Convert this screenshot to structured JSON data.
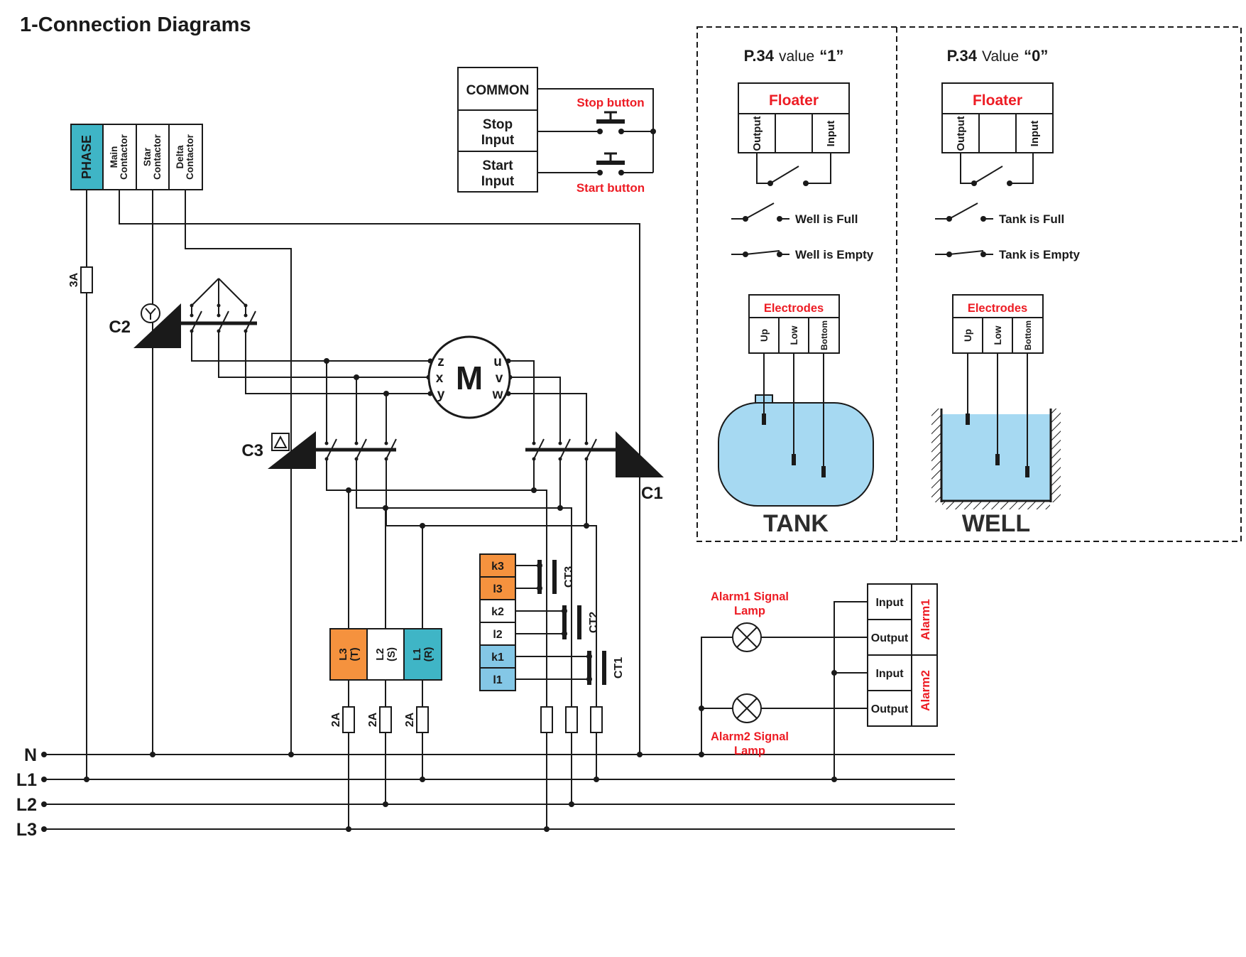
{
  "title": "1-Connection Diagrams",
  "colors": {
    "teal": "#3fb5c6",
    "orange": "#f5923e",
    "light_blue": "#84c7e6",
    "red": "#ed1c24",
    "water": "#a6d9f2",
    "ink": "#1a1a1a"
  },
  "terminal_block": {
    "phase": "PHASE",
    "main": {
      "l1": "Main",
      "l2": "Contactor"
    },
    "star": {
      "l1": "Star",
      "l2": "Contactor"
    },
    "delta": {
      "l1": "Delta",
      "l2": "Contactor"
    }
  },
  "fuses": {
    "f3a": "3A",
    "f2a": "2A"
  },
  "contactors": {
    "c1": "C1",
    "c2": "C2",
    "c3": "C3"
  },
  "motor": {
    "label": "M",
    "left": [
      "z",
      "x",
      "y"
    ],
    "right": [
      "u",
      "v",
      "w"
    ]
  },
  "control": {
    "common": "COMMON",
    "stop": {
      "l1": "Stop",
      "l2": "Input"
    },
    "start": {
      "l1": "Start",
      "l2": "Input"
    },
    "stop_button": "Stop button",
    "start_button": "Start button"
  },
  "panel": {
    "section1": {
      "title_bold": "P.34",
      "title_mid": "value",
      "title_val": "“1”",
      "floater": "Floater",
      "output": "Output",
      "input": "Input",
      "full": "Well is Full",
      "empty": "Well is Empty",
      "electrodes": "Electrodes",
      "up": "Up",
      "low": "Low",
      "bottom": "Bottom",
      "vessel": "TANK"
    },
    "section2": {
      "title_bold": "P.34",
      "title_mid": "Value",
      "title_val": "“0”",
      "floater": "Floater",
      "output": "Output",
      "input": "Input",
      "full": "Tank is Full",
      "empty": "Tank is Empty",
      "electrodes": "Electrodes",
      "up": "Up",
      "low": "Low",
      "bottom": "Bottom",
      "vessel": "WELL"
    }
  },
  "ct": {
    "terminals": [
      "k3",
      "l3",
      "k2",
      "l2",
      "k1",
      "l1"
    ],
    "labels": [
      "CT3",
      "CT2",
      "CT1"
    ]
  },
  "supply": {
    "t1": {
      "l1": "L3",
      "l2": "(T)"
    },
    "t2": {
      "l1": "L2",
      "l2": "(S)"
    },
    "t3": {
      "l1": "L1",
      "l2": "(R)"
    }
  },
  "alarms": {
    "cells": [
      "Input",
      "Output",
      "Input",
      "Output"
    ],
    "alarm1": "Alarm1",
    "alarm2": "Alarm2",
    "lamp1": {
      "l1": "Alarm1 Signal",
      "l2": "Lamp"
    },
    "lamp2": {
      "l1": "Alarm2 Signal",
      "l2": "Lamp"
    }
  },
  "rails": [
    "N",
    "L1",
    "L2",
    "L3"
  ]
}
